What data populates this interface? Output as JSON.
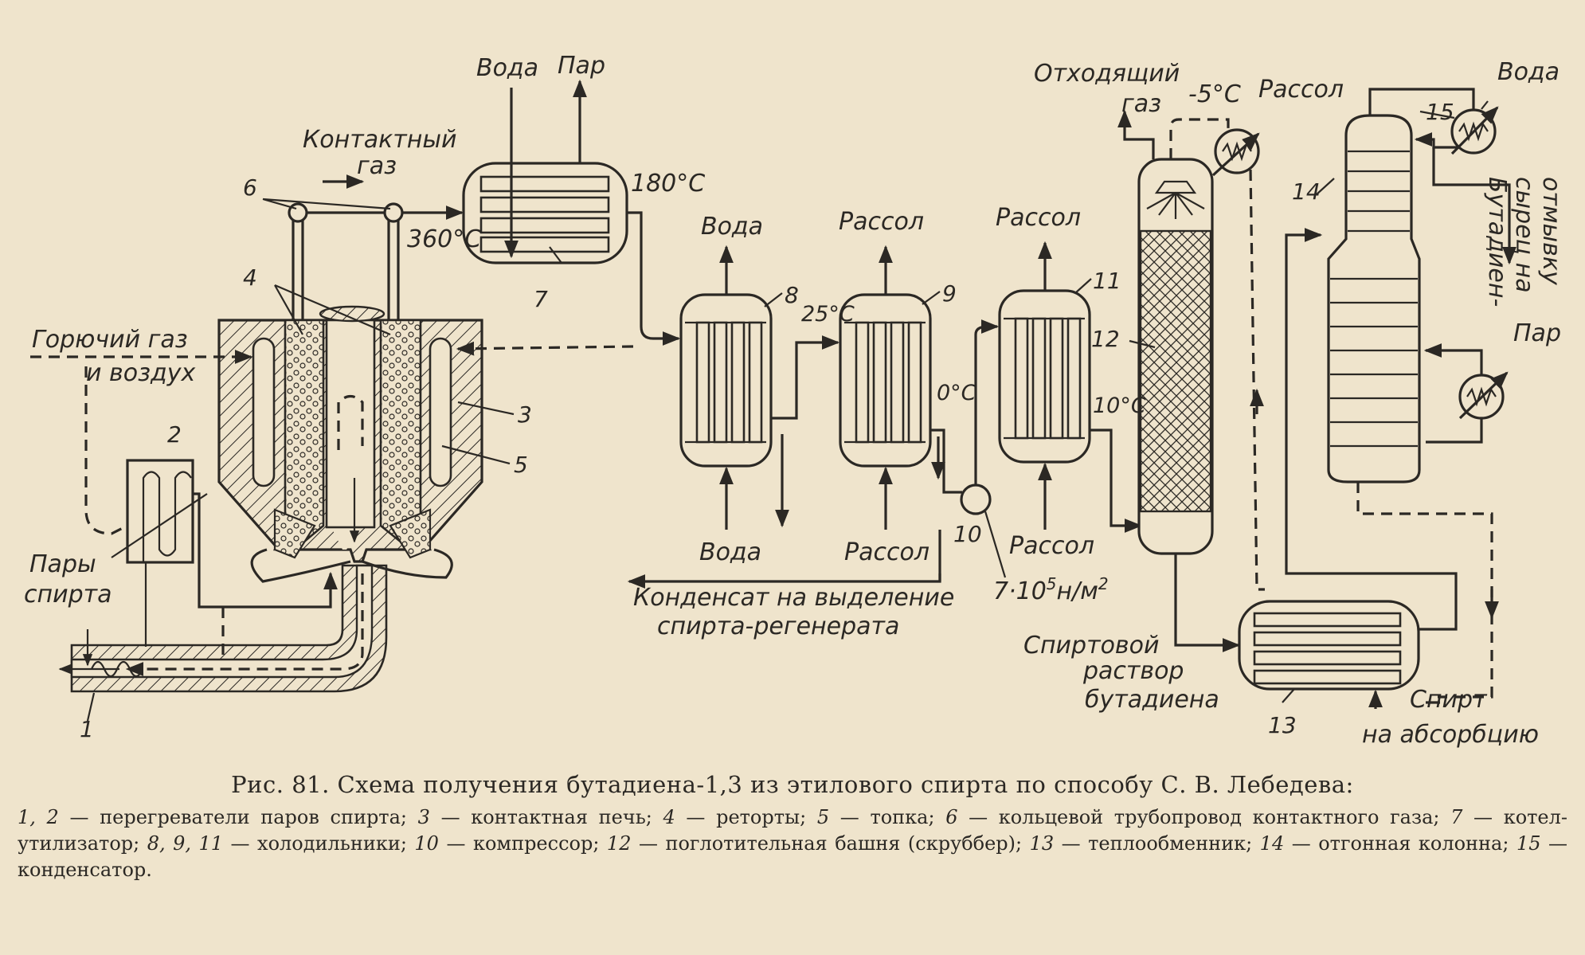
{
  "labels": {
    "water_top": "Вода",
    "steam_top": "Пар",
    "contact_gas": "Контактный",
    "contact_gas_2": "газ",
    "temp_180": "180°С",
    "temp_360": "360°С",
    "fuel_gas": "Горючий газ",
    "fuel_gas_2": "и воздух",
    "alcohol_vapor": "Пары",
    "alcohol_vapor_2": "спирта",
    "water_8_top": "Вода",
    "water_8_bottom": "Вода",
    "brine_9_top": "Рассол",
    "brine_9_bottom": "Рассол",
    "brine_11_top": "Рассол",
    "brine_11_bottom": "Рассол",
    "temp_25": "25°С",
    "temp_0": "0°С",
    "temp_10": "10°С",
    "pressure": "7·10",
    "pressure_exp": "5",
    "pressure_unit": "н/м",
    "pressure_unit_exp": "2",
    "condensate": "Конденсат на выделение",
    "condensate_2": "спирта-регенерата",
    "off_gas": "Отходящий",
    "off_gas_2": "газ",
    "temp_minus5": "-5°С",
    "brine_condenser": "Рассол",
    "water_15": "Вода",
    "steam_14": "Пар",
    "butadiene_raw": "Бутадиен-",
    "butadiene_raw_2": "сырец на",
    "butadiene_raw_3": "отмывку",
    "alcohol_solution": "Спиртовой",
    "alcohol_solution_2": "раствор",
    "alcohol_solution_3": "бутадиена",
    "alcohol_absorption": "Спирт",
    "alcohol_absorption_2": "на абсорбцию"
  },
  "numbers": {
    "n1": "1",
    "n2": "2",
    "n3": "3",
    "n4": "4",
    "n5": "5",
    "n6": "6",
    "n7": "7",
    "n8": "8",
    "n9": "9",
    "n10": "10",
    "n11": "11",
    "n12": "12",
    "n13": "13",
    "n14": "14",
    "n15": "15"
  },
  "caption": {
    "title": "Рис. 81. Схема получения бутадиена-1,3 из этилового спирта по способу С. В. Лебедева:",
    "legend": [
      {
        "num": "1, 2",
        "text": "— перегреватели паров спирта;"
      },
      {
        "num": "3",
        "text": "— контактная печь;"
      },
      {
        "num": "4",
        "text": "— реторты;"
      },
      {
        "num": "5",
        "text": "— топка;"
      },
      {
        "num": "6",
        "text": "— кольцевой трубопровод контактного газа;"
      },
      {
        "num": "7",
        "text": "— котел-утилизатор;"
      },
      {
        "num": "8, 9, 11",
        "text": "— холодильники;"
      },
      {
        "num": "10",
        "text": "— компрессор;"
      },
      {
        "num": "12",
        "text": "— поглотительная башня (скруббер);"
      },
      {
        "num": "13",
        "text": "— теплообменник;"
      },
      {
        "num": "14",
        "text": "— отгонная колонна;"
      },
      {
        "num": "15",
        "text": "— конденсатор."
      }
    ]
  }
}
